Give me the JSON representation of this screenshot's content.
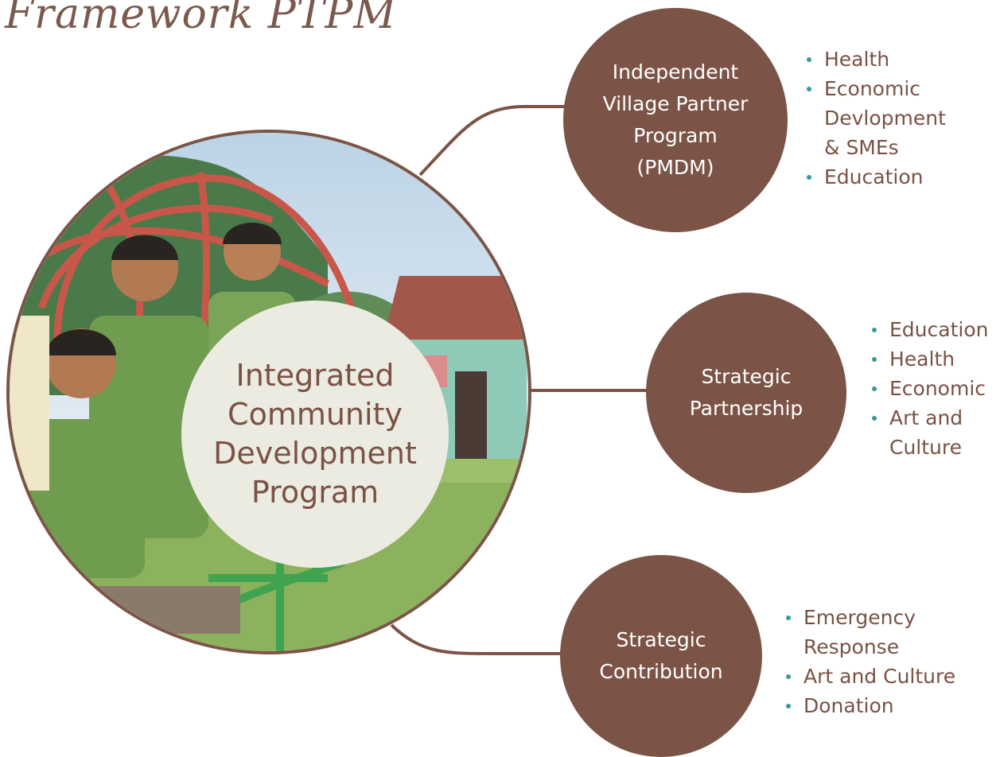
{
  "title": "Framework PTPM",
  "center": {
    "lines": [
      "Integrated",
      "Community",
      "Development",
      "Program"
    ]
  },
  "nodes": [
    {
      "label_lines": [
        "Independent",
        "Village Partner",
        "Program",
        "(PMDM)"
      ],
      "bullets": [
        [
          "Health"
        ],
        [
          "Economic",
          "Devlopment",
          "& SMEs"
        ],
        [
          "Education"
        ]
      ]
    },
    {
      "label_lines": [
        "Strategic",
        "Partnership"
      ],
      "bullets": [
        [
          "Education"
        ],
        [
          "Health"
        ],
        [
          "Economic"
        ],
        [
          "Art and",
          "Culture"
        ]
      ]
    },
    {
      "label_lines": [
        "Strategic",
        "Contribution"
      ],
      "bullets": [
        [
          "Emergency",
          "Response"
        ],
        [
          "Art and Culture"
        ],
        [
          "Donation"
        ]
      ]
    }
  ],
  "colors": {
    "node_fill": "#7b5447",
    "text_brown": "#7a5244",
    "bullet_teal": "#3a9a9a",
    "center_fill": "#ecebe1"
  }
}
